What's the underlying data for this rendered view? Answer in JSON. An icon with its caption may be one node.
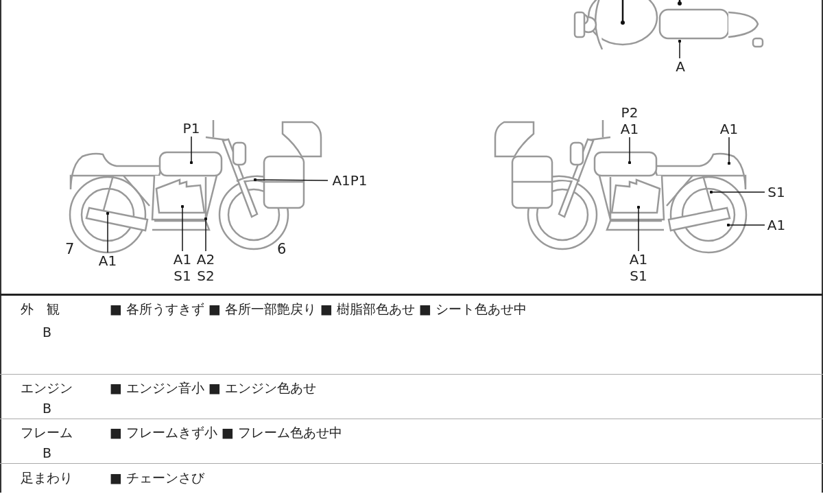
{
  "diagram": {
    "nodes": [
      {
        "text": [
          "A"
        ]
      },
      {
        "text": [
          "P1"
        ]
      },
      {
        "text": [
          "P2 A1"
        ]
      },
      {
        "text": [
          "A1"
        ]
      },
      {
        "text": [
          "A1P1"
        ]
      },
      {
        "text": [
          "S1"
        ]
      },
      {
        "text": [
          "A1"
        ]
      },
      {
        "text": [
          "A1"
        ]
      },
      {
        "text": [
          "A1 S1"
        ]
      },
      {
        "text": [
          "A2 S2"
        ]
      },
      {
        "text": [
          "A1 S1"
        ]
      }
    ],
    "edges": [
      {
        "from": 0,
        "to": null,
        "arrow": "other"
      },
      {
        "from": 1,
        "to": null,
        "arrow": "other"
      },
      {
        "from": 2,
        "to": null,
        "arrow": "other"
      },
      {
        "from": 3,
        "to": null,
        "arrow": "other"
      },
      {
        "from": 4,
        "to": null,
        "arrow": "other"
      },
      {
        "from": 5,
        "to": null,
        "arrow": "other"
      },
      {
        "from": 6,
        "to": null,
        "arrow": "other"
      },
      {
        "from": 7,
        "to": null,
        "arrow": "other"
      },
      {
        "from": 8,
        "to": null,
        "arrow": "other"
      },
      {
        "from": 9,
        "to": null,
        "arrow": "other"
      },
      {
        "from": 10,
        "to": null,
        "arrow": "other"
      }
    ],
    "labels": [
      "7",
      "6",
      "外　観",
      "■ 各所うすきず ■ 各所一部艶戻り ■ 樹脂部色あせ ■ シート色あせ中",
      "B",
      "エンジン",
      "■ エンジン音小 ■ エンジン色あせ",
      "B",
      "フレーム",
      "■ フレームきず小 ■ フレーム色あせ中",
      "B",
      "足まわり",
      "■ チェーンさび"
    ]
  }
}
